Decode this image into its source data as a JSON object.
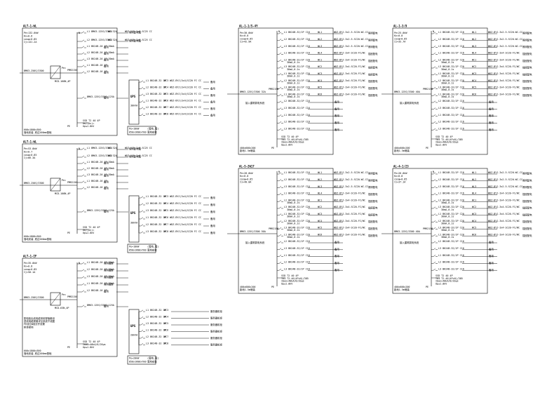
{
  "panels": {
    "p1": {
      "id": "ALT-1-WL",
      "info": [
        "Pe=132.0kW",
        "Kx=0.6",
        "cosφ=0.85",
        "Ij=141.2A"
      ],
      "incoming": "BM63-250S/3300",
      "device": "MCD-160N,4P",
      "main_label": "PMR2150",
      "size": [
        "600x1800x300",
        "落地安装 底边200mm基础"
      ],
      "rows": [
        {
          "label": "L1 BM63-125S/3300 32A",
          "circuit": "WC1",
          "cable": "WDZ-YJY-5x6-SC25 CC",
          "desc": "照明配电箱"
        },
        {
          "label": "L2 BM63-125S/3300 32A",
          "circuit": "WC2",
          "cable": "WDZ-YJY-5x6-SC25 CC",
          "desc": "照明配电箱"
        },
        {
          "label": "L1 BK24B-20 1P 30mA",
          "circuit": "",
          "cable": "",
          "desc": "备用"
        },
        {
          "label": "L2 BK24B-20 1P 30mA",
          "circuit": "",
          "cable": "",
          "desc": "备用"
        },
        {
          "label": "L3 BK24B-20 1P 30mA",
          "circuit": "",
          "cable": "",
          "desc": "备用"
        },
        {
          "label": "L1 BK24B-16 1P",
          "circuit": "",
          "cable": "",
          "desc": "备用"
        },
        {
          "label": "L2 BK24B-16 1P",
          "circuit": "",
          "cable": "",
          "desc": "备用"
        },
        {
          "label": "BM63-125S/3300 125A",
          "circuit": "",
          "cable": "",
          "desc": "备用"
        }
      ],
      "ups_label": "UPS",
      "ups_info": [
        "30kVA",
        "(备用时间)"
      ],
      "ups_rows": [
        "L1 BK24B-32 1P",
        "L2 BK24B-32 1P",
        "L3 BK24B-32 1P",
        "L1 BK24B-32 1P",
        "L2 BK24B-32 1P",
        "L3 BK24B-32 1P"
      ],
      "ups_cables": [
        "WC3 WDZ-BYJ(3x4)SC20 FC CC",
        "WC4 WDZ-BYJ(3x4)SC20 FC CC",
        "WC5 WDZ-BYJ(3x4)SC20 FC CC",
        "WC6 WDZ-BYJ(3x4)SC20 FC CC",
        "WC7 WDZ-BYJ(3x4)SC20 FC CC",
        "WC8 WDZ-BYJ(3x4)SC20 FC CC"
      ],
      "ups_desc": "备用",
      "spd": [
        "SSD T2 40 4P",
        "Ue/(Un)=",
        "Up≤1.8kV"
      ],
      "ups_size": [
        "Pe=10kW",
        "850x1600x700"
      ],
      "ups_note": [
        "(落地,落)",
        "落地安装"
      ]
    },
    "p2": {
      "id": "ALT-1-WL",
      "info": [
        "Pe=53.0kW",
        "Kx=0.7",
        "cosφ=0.85",
        "Ij=66.3A"
      ],
      "incoming": "BM63-250S/3300",
      "device": "MCD-100N,4P",
      "main_label": "PMR2150",
      "size": [
        "600x1800x300",
        "落地安装 底边200mm基础"
      ],
      "rows": [
        {
          "label": "L1 BM63-125S/3300 32A",
          "circuit": "WC1",
          "cable": "WDZ-YJY-5x6-SC25 CC",
          "desc": "照明配电箱"
        },
        {
          "label": "L2 BM63-125S/3300 32A",
          "circuit": "WC2",
          "cable": "WDZ-YJY-5x6-SC25 CC",
          "desc": "照明配电箱"
        },
        {
          "label": "L1 BK24B-20 1P 30mA",
          "circuit": "",
          "cable": "",
          "desc": "备用"
        },
        {
          "label": "L2 BK24B-20 1P 30mA",
          "circuit": "",
          "cable": "",
          "desc": "备用"
        },
        {
          "label": "L3 BK24B-20 1P 30mA",
          "circuit": "",
          "cable": "",
          "desc": "备用"
        },
        {
          "label": "L1 BK24B-16 1P",
          "circuit": "",
          "cable": "",
          "desc": "备用"
        },
        {
          "label": "L2 BK24B-16 1P",
          "circuit": "",
          "cable": "",
          "desc": "备用"
        },
        {
          "label": "BM63-125S/3300 125A",
          "circuit": "",
          "cable": "",
          "desc": "备用"
        }
      ],
      "ups_label": "UPS",
      "ups_info": [
        "30kVA",
        "(备用时间)"
      ],
      "ups_rows": [
        "L1 BK24B-32 1P",
        "L2 BK24B-32 1P",
        "L3 BK24B-32 1P",
        "L1 BK24B-32 1P",
        "L2 BK24B-32 1P",
        "L3 BK24B-32 1P"
      ],
      "ups_cables": [
        "WC3 WDZ-BYJ(3x4)SC20 FC CC",
        "WC4 WDZ-BYJ(3x4)SC20 FC CC",
        "WC5 WDZ-BYJ(3x4)SC20 FC CC",
        "WC6 WDZ-BYJ(3x4)SC20 FC CC",
        "WC7 WDZ-BYJ(3x4)SC20 FC CC",
        "WC8 WDZ-BYJ(3x4)SC20 FC CC"
      ],
      "ups_desc": "备用",
      "spd": [
        "SSD T2 40 4P",
        "Ue/(Un)=",
        "Up≤1.8kV"
      ],
      "ups_size": [
        "Pe=10kW",
        "850x1600x700"
      ],
      "ups_note": [
        "(落地,落)",
        "落地安装"
      ]
    },
    "p3": {
      "id": "ALT-1-IF",
      "info": [
        "Pe=35.0kW",
        "Kx=0.8",
        "cosφ=0.85",
        "Ij=50.1A"
      ],
      "incoming": "BM63-250S/3300",
      "device": "MCD-63N,4P",
      "main_label": "PMR2150",
      "size": [
        "600x1800x300",
        "落地安装 底边200mm基础"
      ],
      "note": [
        "配电柜出线电缆采用穿管敷设",
        "进线电缆规格详见系统干线图",
        "PE线与N线分开设置",
        "柜体接地"
      ],
      "rows": [
        {
          "label": "L1 BK24B-20 1P 30mA",
          "circuit": "",
          "cable": "",
          "desc": "照明插座"
        },
        {
          "label": "L2 BK24B-20 1P 30mA",
          "circuit": "",
          "cable": "",
          "desc": "照明插座"
        },
        {
          "label": "L3 BK24B-20 1P 30mA",
          "circuit": "",
          "cable": "",
          "desc": "照明插座"
        },
        {
          "label": "L1 BK24B-20 1P 30mA",
          "circuit": "",
          "cable": "",
          "desc": "照明插座"
        },
        {
          "label": "L2 BK24B-16 1P",
          "circuit": "",
          "cable": "",
          "desc": "备用"
        },
        {
          "label": "BM63-125S/3300 125A",
          "circuit": "",
          "cable": "",
          "desc": "备用"
        }
      ],
      "ups_label": "UPS",
      "ups_info": [
        "20kVA",
        "(备用时间)"
      ],
      "ups_rows": [
        "L1 BK24B-32 1P",
        "L2 BK24B-32 1P",
        "L3 BK24B-32 1P",
        "L1 BK24B-32 1P",
        "L2 BK24B-32 1P",
        "L3 BK24B-32 1P"
      ],
      "ups_cables": [
        "WC3",
        "WC4",
        "WC5",
        "WC6",
        "WC7",
        "WC8"
      ],
      "ups_desc": "服务器机柜",
      "spd": [
        "SSD T2 40 4P",
        "Imax=40kA/8/20μs",
        "Up≤1.8kV"
      ],
      "ups_size": [
        "Pe=20kW",
        "850x1600x700"
      ],
      "ups_note": [
        "(落地,落)",
        "落地安装"
      ]
    },
    "p4": {
      "id": "AL-1-1/5-4Y",
      "info": [
        "Pe=30.0kW",
        "Kx=0.8",
        "cosφ=0.85",
        "Ij=42.9A"
      ],
      "incoming": "BM63-125S/3300 32A",
      "main_label": "PMR2150",
      "bus_label": "接入建筑弱电系统",
      "size": [
        "400x600x200",
        "距地1.5m暗装"
      ],
      "spd": [
        "SSD T2 40 4P",
        "TUI T2-40(4P+N)/385",
        "Imax=40kA/8/20μs",
        "Up≤1.8kV"
      ]
    },
    "p5": {
      "id": "AL-1-3/9",
      "info": [
        "Pe=25.0kW",
        "Kx=0.8",
        "cosφ=0.85",
        "Ij=35.7A"
      ],
      "incoming": "BM63-125S/3300 40A",
      "main_label": "PMR2150",
      "bus_label": "接入建筑弱电系统",
      "size": [
        "400x600x200",
        "距地1.5m暗装"
      ],
      "spd": [
        "SSD T2 40 4P",
        "TUI T2-40(4P+N)/385",
        "Imax=40kA/8/20μs",
        "Up≤1.8kV"
      ]
    },
    "p6": {
      "id": "AL-5-2W17",
      "info": [
        "Pe=28.0kW",
        "Kx=0.8",
        "cosφ=0.85",
        "Ij=40.0A"
      ],
      "incoming": "BM63-125S/3300 50A",
      "main_label": "PMR2150",
      "bus_label": "接入建筑弱电系统",
      "size": [
        "400x600x200",
        "距地1.5m暗装"
      ],
      "spd": [
        "SSD T2 40 4P",
        "TUI T2-40(4P+N)/385",
        "Imax=40kA/8/20μs",
        "Up≤1.8kV"
      ]
    },
    "p7": {
      "id": "AL-4-1/23",
      "info": [
        "Pe=26.0kW",
        "Kx=0.8",
        "cosφ=0.85",
        "Ij=37.1A"
      ],
      "incoming": "BM63-125S/3300 40A",
      "main_label": "PMR2150",
      "bus_label": "接入建筑弱电系统",
      "size": [
        "400x600x200",
        "距地1.5m暗装"
      ],
      "spd": [
        "SSD T2 40 4P",
        "TUI T2-40(4P+N)/385",
        "Imax=40kA/8/20μs",
        "Up≤1.8kV"
      ]
    }
  },
  "branch_rows": [
    {
      "label": "L1 BK24B-32/1P C16",
      "circuit": "WL1",
      "cable": "WDZ-BYJ-3x2.5-SC20-WC-CC",
      "desc": "照明配电"
    },
    {
      "label": "L2 BK24B-32/1P C16",
      "circuit": "WL2",
      "cable": "WDZ-BYJ-3x2.5-SC20-WC-CC",
      "desc": "照明配电"
    },
    {
      "label": "L3 BK24B-32/1P C16",
      "circuit": "WL3",
      "cable": "WDZ-BYJ-3x2.5-SC20-WC-CC",
      "desc": "照明配电"
    },
    {
      "label": "L1 BK24B-32/1P C16",
      "circuit": "WL4",
      "cable": "WDZ-BYJ-3x4-SC20-FC/WC",
      "desc": "插座配电"
    },
    {
      "label": "L2 BK24B-32/1P C20",
      "circuit": "WC1",
      "cable": "WDZ-BYJ-3x4-SC20-FC/WC",
      "desc": "插座配电"
    },
    {
      "label": "L3 BK24B-32/1P C20",
      "circuit": "WC2",
      "cable": "WDZ-BYJ-3x4-SC20-FC/WC",
      "desc": "插座配电"
    },
    {
      "label": "L1 BK24B-32/1P C20",
      "circuit": "WC3",
      "cable": "WDZ-BYJ-3x4-SC20-FC/WC",
      "desc": "插座配电"
    },
    {
      "label": "L2 BK24B-32/1P C20",
      "circuit": "WC4",
      "cable": "WDZ-BYJ-3x4-SC20-FC/WC",
      "desc": "插座配电"
    },
    {
      "label": "L3 BK24B-32/1P C20",
      "circuit": "WC5",
      "cable": "WDZ-BYJ-3x4-SC20-FC/WC",
      "desc": "插座配电"
    },
    {
      "label": "L1 BK24B-32/1P C20",
      "circuit": "WC6",
      "cable": "WDZ-BYJ-3x4-SC20-FC/WC",
      "desc": "插座配电"
    },
    {
      "label": "L2 BK24B-32/1P C16",
      "circuit": "",
      "cable": "",
      "desc": "备用"
    },
    {
      "label": "L3 BK24B-32/1P C16",
      "circuit": "",
      "cable": "",
      "desc": "备用"
    },
    {
      "label": "L1 BK24B-32/1P C16",
      "circuit": "",
      "cable": "",
      "desc": "备用"
    },
    {
      "label": "L2 BK24B-32/1P C16",
      "circuit": "",
      "cable": "",
      "desc": "备用"
    },
    {
      "label": "L3 BK24B-32/1P C16",
      "circuit": "",
      "cable": "",
      "desc": "备用"
    },
    {
      "label": "L1 BK24B-32/1P C16",
      "circuit": "",
      "cable": "",
      "desc": "备用"
    }
  ],
  "branch_sub": "30mA,0.1s",
  "n_label": "N",
  "pe_label": "PE"
}
